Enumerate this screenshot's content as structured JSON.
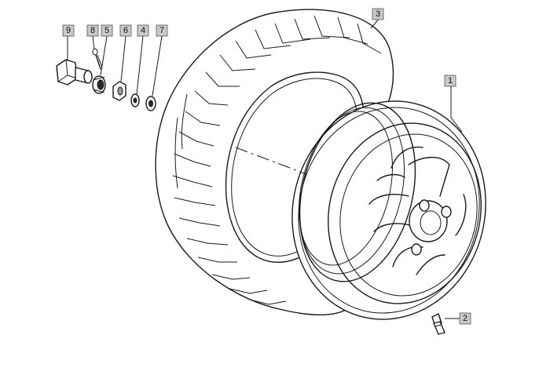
{
  "callouts": {
    "c1": "1",
    "c2": "2",
    "c3": "3",
    "c4": "4",
    "c5": "5",
    "c6": "6",
    "c7": "7",
    "c8": "8",
    "c9": "9"
  },
  "colors": {
    "line": "#1a1a1a",
    "label_fill": "#c9c9c9"
  }
}
